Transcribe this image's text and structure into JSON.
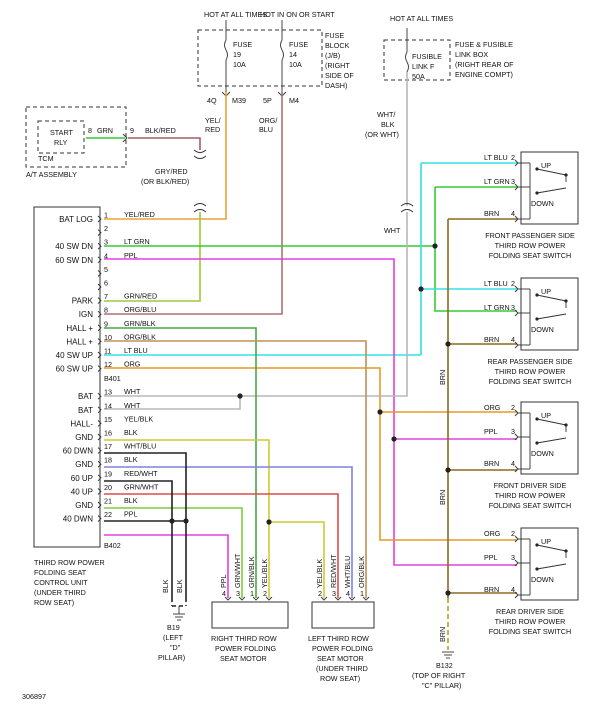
{
  "diagram_number": "306897",
  "colors": {
    "lt_blu": "#33e0e6",
    "lt_grn": "#33cc33",
    "brn": "#8a6a1f",
    "brn_dash": "#bba020",
    "ppl": "#e040e0",
    "org": "#e69a2a",
    "wht": "#b8b8b8",
    "grn_wht": "#7ccc3a",
    "yel_blk": "#cccc33",
    "red_wht": "#e04a4a",
    "wht_blu": "#8080e0",
    "org_blk": "#c09058",
    "blk": "#222222",
    "yel_red": "#e8a430",
    "grn_red": "#9ccc3a",
    "org_blu": "#b07070",
    "blk_red": "#a06060",
    "grn": "#33cc33",
    "grn_blk": "#44aa44"
  },
  "top": {
    "hot_at_all_times_1": "HOT AT ALL TIMES",
    "hot_in_on_or_start": "HOT IN ON OR START",
    "hot_at_all_times_2": "HOT AT ALL TIMES",
    "fuse19_name": "FUSE",
    "fuse19_num": "19",
    "fuse19_amp": "10A",
    "fuse14_name": "FUSE",
    "fuse14_num": "14",
    "fuse14_amp": "10A",
    "fuse_block_label": [
      "FUSE",
      "BLOCK",
      "(J/B)",
      "(RIGHT",
      "SIDE OF",
      "DASH)"
    ],
    "fusible_link_label": [
      "FUSIBLE",
      "LINK F",
      "50A"
    ],
    "link_box_label": [
      "FUSE & FUSIBLE",
      "LINK BOX",
      "(RIGHT REAR OF",
      "ENGINE COMPT)"
    ],
    "pin_4q": "4Q",
    "pin_m39": "M39",
    "pin_5p": "5P",
    "pin_m4": "M4",
    "wire_yel_red": [
      "YEL/",
      "RED"
    ],
    "wire_org_blu": [
      "ORG/",
      "BLU"
    ],
    "wire_wht_blk": [
      "WHT/",
      "BLK",
      "(OR WHT)"
    ],
    "wire_wht": "WHT"
  },
  "tcm": {
    "start_rly": [
      "START",
      "RLY"
    ],
    "tcm_label": "TCM",
    "assembly_label": "A/T ASSEMBLY",
    "pin8": "8",
    "grn": "GRN",
    "pin9": "9",
    "blk_red": "BLK/RED",
    "gry_red": [
      "GRY/RED",
      "(OR BLK/RED)"
    ]
  },
  "control_unit": {
    "label": [
      "THIRD ROW POWER",
      "FOLDING SEAT",
      "CONTROL UNIT",
      "(UNDER THIRD",
      "ROW SEAT)"
    ],
    "connector_b401": "B401",
    "connector_b402": "B402",
    "pins": [
      {
        "name": "BAT LOG",
        "num": "1",
        "wire": "YEL/RED"
      },
      {
        "name": "",
        "num": "2",
        "wire": ""
      },
      {
        "name": "40 SW DN",
        "num": "3",
        "wire": "LT GRN"
      },
      {
        "name": "60 SW DN",
        "num": "4",
        "wire": "PPL"
      },
      {
        "name": "",
        "num": "5",
        "wire": ""
      },
      {
        "name": "",
        "num": "6",
        "wire": ""
      },
      {
        "name": "PARK",
        "num": "7",
        "wire": "GRN/RED"
      },
      {
        "name": "IGN",
        "num": "8",
        "wire": "ORG/BLU"
      },
      {
        "name": "HALL +",
        "num": "9",
        "wire": "GRN/BLK"
      },
      {
        "name": "HALL +",
        "num": "10",
        "wire": "ORG/BLK"
      },
      {
        "name": "40 SW UP",
        "num": "11",
        "wire": "LT BLU"
      },
      {
        "name": "60 SW UP",
        "num": "12",
        "wire": "ORG"
      },
      {
        "name": "BAT",
        "num": "13",
        "wire": "WHT"
      },
      {
        "name": "BAT",
        "num": "14",
        "wire": "WHT"
      },
      {
        "name": "HALL-",
        "num": "15",
        "wire": "YEL/BLK"
      },
      {
        "name": "GND",
        "num": "16",
        "wire": "BLK"
      },
      {
        "name": "60 DWN",
        "num": "17",
        "wire": "WHT/BLU"
      },
      {
        "name": "GND",
        "num": "18",
        "wire": "BLK"
      },
      {
        "name": "60 UP",
        "num": "19",
        "wire": "RED/WHT"
      },
      {
        "name": "40 UP",
        "num": "20",
        "wire": "GRN/WHT"
      },
      {
        "name": "GND",
        "num": "21",
        "wire": "BLK"
      },
      {
        "name": "40 DWN",
        "num": "22",
        "wire": "PPL"
      }
    ]
  },
  "switches": [
    {
      "key": "fp",
      "label": [
        "FRONT PASSENGER SIDE",
        "THIRD ROW POWER",
        "FOLDING SEAT SWITCH"
      ],
      "wires": [
        "LT BLU",
        "LT GRN",
        "BRN"
      ],
      "pins": [
        "2",
        "3",
        "4"
      ],
      "up": "UP",
      "down": "DOWN"
    },
    {
      "key": "rp",
      "label": [
        "REAR PASSENGER SIDE",
        "THIRD ROW POWER",
        "FOLDING SEAT SWITCH"
      ],
      "wires": [
        "LT BLU",
        "LT GRN",
        "BRN"
      ],
      "pins": [
        "2",
        "3",
        "4"
      ],
      "up": "UP",
      "down": "DOWN"
    },
    {
      "key": "fd",
      "label": [
        "FRONT DRIVER SIDE",
        "THIRD ROW POWER",
        "FOLDING SEAT SWITCH"
      ],
      "wires": [
        "ORG",
        "PPL",
        "BRN"
      ],
      "pins": [
        "2",
        "3",
        "4"
      ],
      "up": "UP",
      "down": "DOWN"
    },
    {
      "key": "rd",
      "label": [
        "REAR DRIVER SIDE",
        "THIRD ROW POWER",
        "FOLDING SEAT SWITCH"
      ],
      "wires": [
        "ORG",
        "PPL",
        "BRN"
      ],
      "pins": [
        "2",
        "3",
        "4"
      ],
      "up": "UP",
      "down": "DOWN"
    }
  ],
  "motors": {
    "right": {
      "label": [
        "RIGHT THIRD ROW",
        "POWER FOLDING",
        "SEAT MOTOR"
      ],
      "wires": [
        "PPL",
        "GRN/WHT",
        "GRN/BLK",
        "YEL/BLK"
      ],
      "pins": [
        "4",
        "3",
        "1",
        "2"
      ]
    },
    "left": {
      "label": [
        "LEFT THIRD ROW",
        "POWER FOLDING",
        "SEAT MOTOR",
        "(UNDER THIRD",
        "ROW SEAT)"
      ],
      "wires": [
        "YEL/BLK",
        "RED/WHT",
        "WHT/BLU",
        "ORG/BLK"
      ],
      "pins": [
        "2",
        "3",
        "4",
        "1"
      ]
    }
  },
  "grounds": {
    "b19": {
      "wires": [
        "BLK",
        "BLK"
      ],
      "label": [
        "B19",
        "(LEFT",
        "\"D\"",
        "PILLAR)"
      ]
    },
    "b132": {
      "wire": "BRN",
      "label": [
        "B132",
        "(TOP OF RIGHT",
        "\"C\" PILLAR)"
      ]
    }
  },
  "brn_bus_labels": [
    "BRN",
    "BRN"
  ]
}
